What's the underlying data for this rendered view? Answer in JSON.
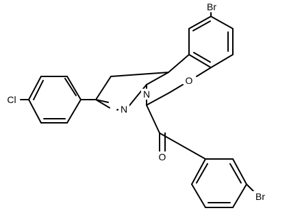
{
  "structure": {
    "atom_labels": {
      "br_top": "Br",
      "cl": "Cl",
      "n1": "N",
      "n2": "N",
      "o_ring": "O",
      "o_carbonyl": "O",
      "br_bottom": "Br"
    }
  }
}
